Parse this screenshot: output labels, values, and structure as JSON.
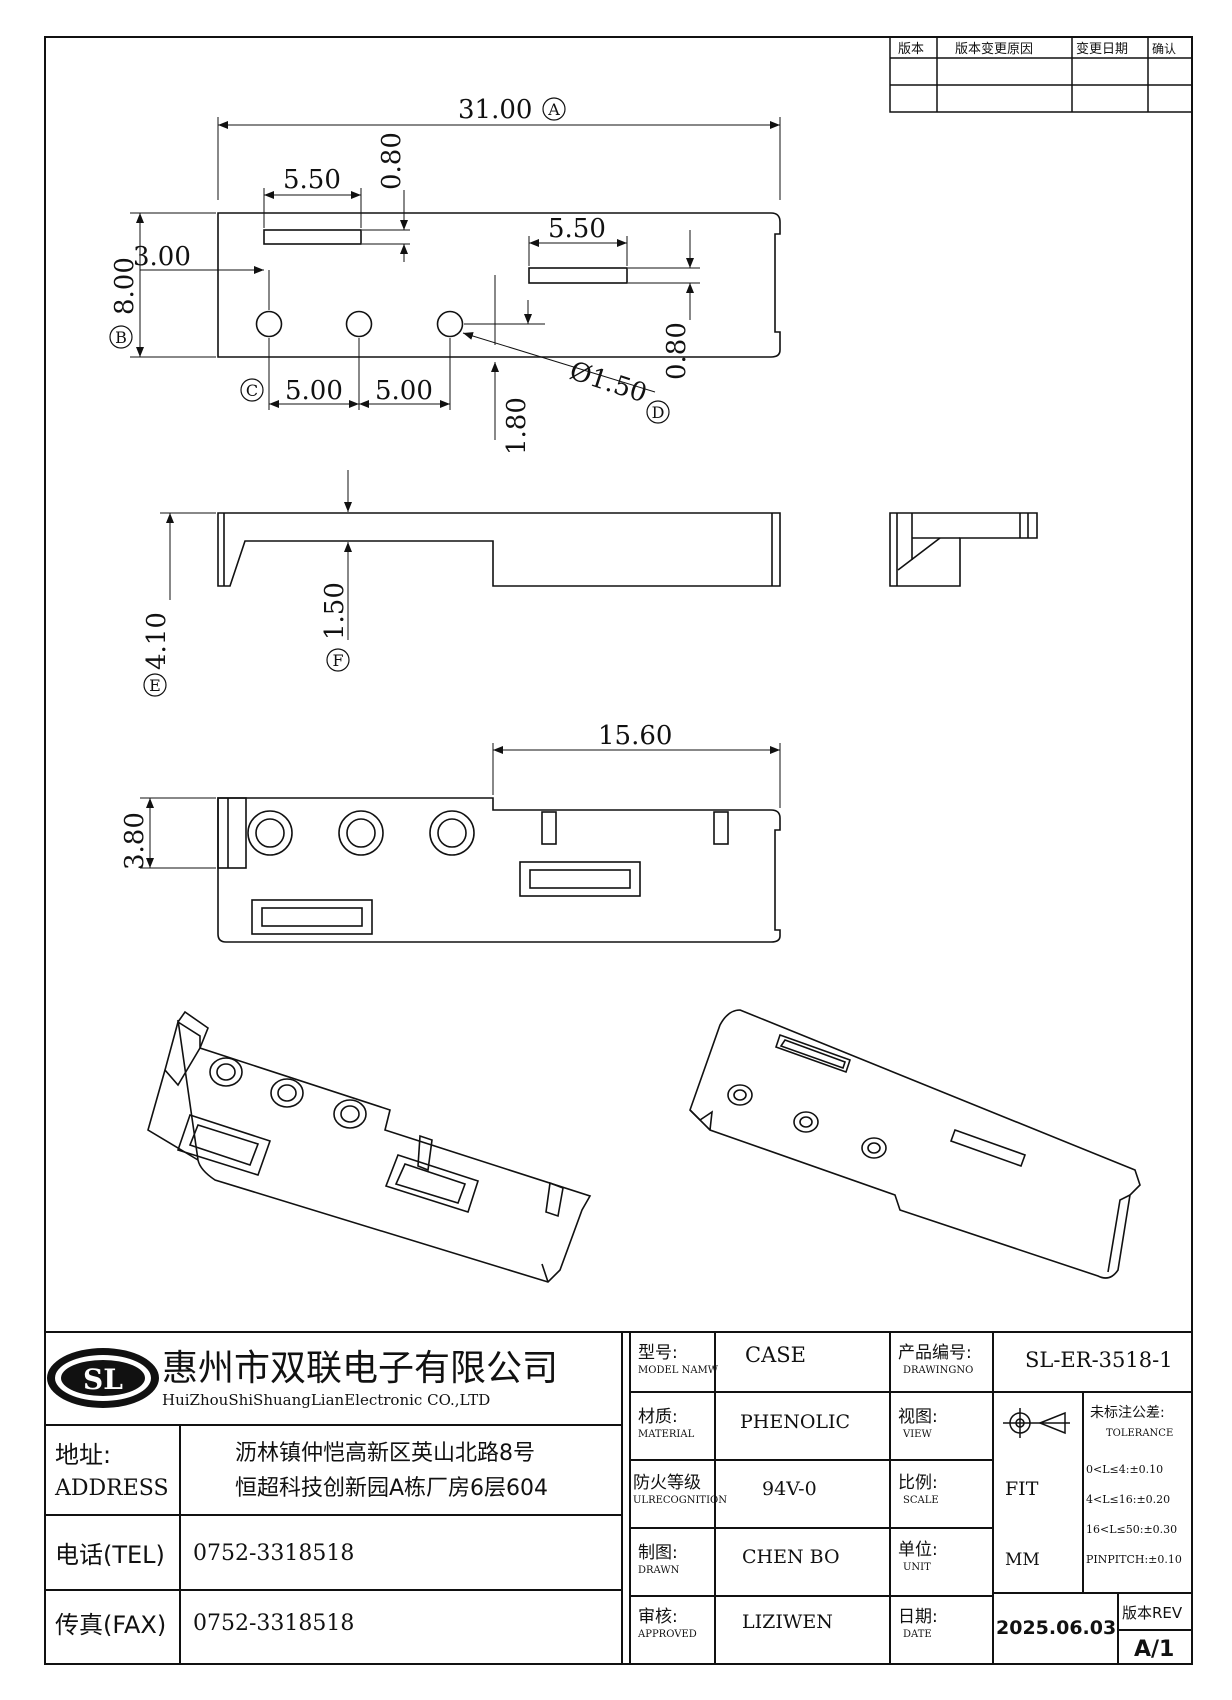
{
  "revision_table": {
    "col_version": "版本",
    "col_reason": "版本变更原因",
    "col_date": "变更日期",
    "col_confirm": "确认"
  },
  "dimensions": {
    "overall_length": "31.00",
    "overall_length_ref": "A",
    "slot_width_left": "5.50",
    "slot_width_right": "5.50",
    "slot_height_top": "0.80",
    "slot_height_right": "0.80",
    "slot_offset": "3.00",
    "height": "8.00",
    "height_ref": "B",
    "hole_pitch_1": "5.00",
    "hole_pitch_2": "5.00",
    "hole_pitch_ref": "C",
    "hole_dia": "Ø1.50",
    "hole_dia_ref": "D",
    "hole_offset": "1.80",
    "side_height": "4.10",
    "side_height_ref": "E",
    "wall_thickness": "1.50",
    "wall_thickness_ref": "F",
    "step_length": "15.60",
    "flange_height": "3.80"
  },
  "company": {
    "name_cn": "惠州市双联电子有限公司",
    "name_en": "HuiZhouShiShuangLianElectronic CO.,LTD",
    "logo_text": "SL"
  },
  "address": {
    "label_cn": "地址:",
    "label_en": "ADDRESS",
    "line1": "沥林镇仲恺高新区英山北路8号",
    "line2": "恒超科技创新园A栋厂房6层604"
  },
  "tel": {
    "label": "电话(TEL)",
    "value": "0752-3318518"
  },
  "fax": {
    "label": "传真(FAX)",
    "value": "0752-3318518"
  },
  "title_block": {
    "model_label_cn": "型号:",
    "model_label_en": "MODEL NAMW",
    "model_value": "CASE",
    "material_label_cn": "材质:",
    "material_label_en": "MATERIAL",
    "material_value": "PHENOLIC",
    "fire_label_cn": "防火等级",
    "fire_label_en": "ULRECOGNITION",
    "fire_value": "94V-0",
    "drawn_label_cn": "制图:",
    "drawn_label_en": "DRAWN",
    "drawn_value": "CHEN BO",
    "approved_label_cn": "审核:",
    "approved_label_en": "APPROVED",
    "approved_value": "LIZIWEN",
    "drawing_no_label_cn": "产品编号:",
    "drawing_no_label_en": "DRAWINGNO",
    "drawing_no_value": "SL-ER-3518-1",
    "view_label_cn": "视图:",
    "view_label_en": "VIEW",
    "scale_label_cn": "比例:",
    "scale_label_en": "SCALE",
    "scale_value": "FIT",
    "unit_label_cn": "单位:",
    "unit_label_en": "UNIT",
    "unit_value": "MM",
    "date_label_cn": "日期:",
    "date_label_en": "DATE",
    "date_value": "2025.06.03",
    "rev_label": "版本REV",
    "rev_value": "A/1",
    "tolerance_label_cn": "未标注公差:",
    "tolerance_label_en": "TOLERANCE",
    "tolerance_1": "0<L≤4:±0.10",
    "tolerance_2": "4<L≤16:±0.20",
    "tolerance_3": "16<L≤50:±0.30",
    "tolerance_4": "PINPITCH:±0.10"
  }
}
